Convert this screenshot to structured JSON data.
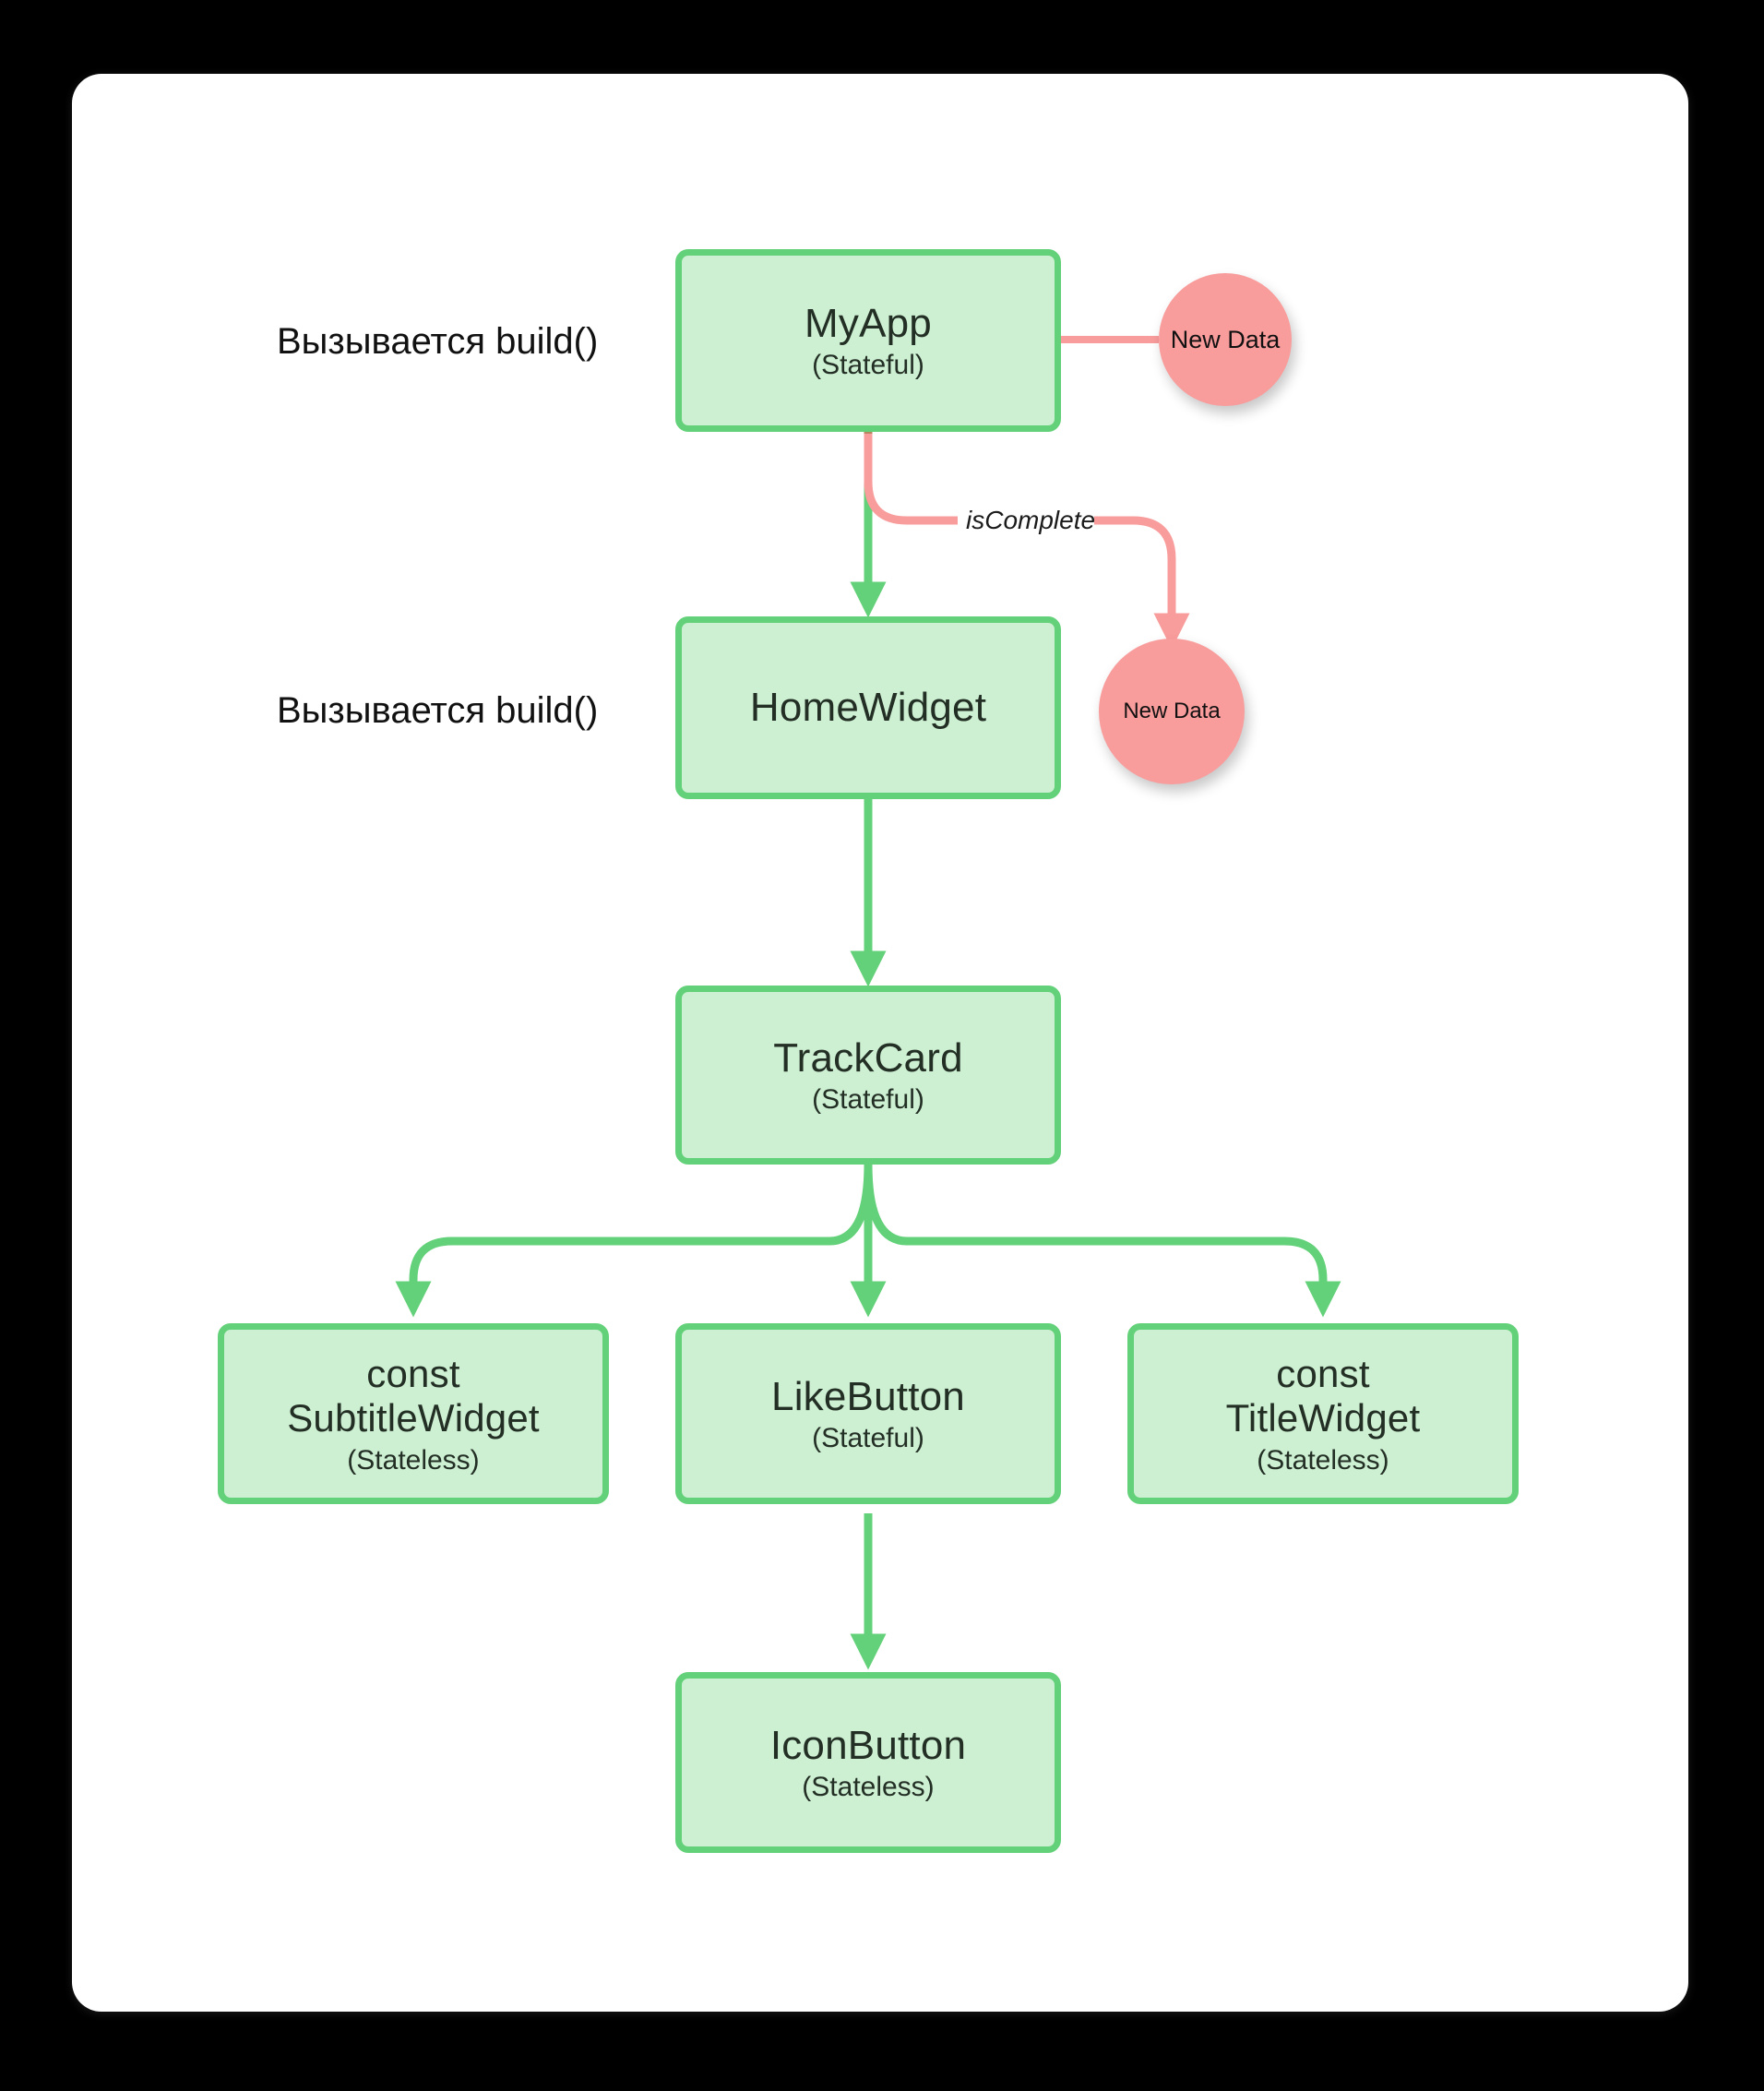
{
  "canvas": {
    "background": "#000000",
    "card_background": "#ffffff",
    "node_fill": "#ccf0d1",
    "node_border": "#63d179",
    "accent_pink": "#f99c9c",
    "arrow_green": "#63d179",
    "overlap_brown": "#b5885f"
  },
  "labels": {
    "build_call_top": "Вызывается build()",
    "build_call_middle": "Вызывается build()",
    "is_complete": "isComplete"
  },
  "nodes": {
    "myapp": {
      "title": "MyApp",
      "subtitle": "(Stateful)"
    },
    "homewidget": {
      "title": "HomeWidget",
      "subtitle": ""
    },
    "trackcard": {
      "title": "TrackCard",
      "subtitle": "(Stateful)"
    },
    "subtitlewidget": {
      "title": "const\nSubtitleWidget",
      "subtitle": "(Stateless)"
    },
    "likebutton": {
      "title": "LikeButton",
      "subtitle": "(Stateful)"
    },
    "titlewidget": {
      "title": "const\nTitleWidget",
      "subtitle": "(Stateless)"
    },
    "iconbutton": {
      "title": "IconButton",
      "subtitle": "(Stateless)"
    }
  },
  "data_badges": {
    "top": "New Data",
    "middle": "New Data"
  }
}
